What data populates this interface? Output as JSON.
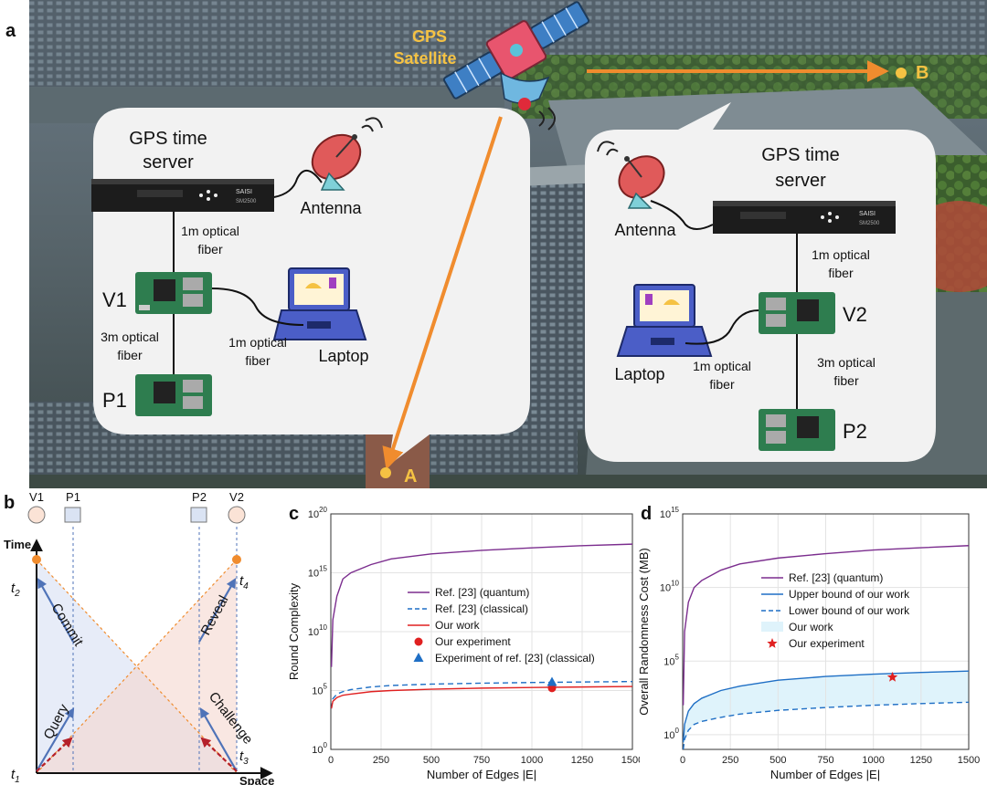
{
  "panel_a": {
    "label": "a",
    "satellite_label_1": "GPS",
    "satellite_label_2": "Satellite",
    "point_a": "A",
    "point_b": "B",
    "left": {
      "server_line1": "GPS time",
      "server_line2": "server",
      "antenna": "Antenna",
      "fiber1_line1": "1m optical",
      "fiber1_line2": "fiber",
      "verifier": "V1",
      "fiber3_line1": "3m optical",
      "fiber3_line2": "fiber",
      "fiber_laptop_line1": "1m optical",
      "fiber_laptop_line2": "fiber",
      "laptop": "Laptop",
      "prover": "P1",
      "brand": "SAISI",
      "model": "SM2500"
    },
    "right": {
      "server_line1": "GPS time",
      "server_line2": "server",
      "antenna": "Antenna",
      "fiber1_line1": "1m optical",
      "fiber1_line2": "fiber",
      "verifier": "V2",
      "fiber3_line1": "3m optical",
      "fiber3_line2": "fiber",
      "fiber_laptop_line1": "1m optical",
      "fiber_laptop_line2": "fiber",
      "laptop": "Laptop",
      "prover": "P2",
      "brand": "SAISI",
      "model": "SM2500"
    }
  },
  "panel_b": {
    "label": "b",
    "parties": [
      "V1",
      "P1",
      "P2",
      "V2"
    ],
    "time_axis": "Time",
    "space_axis": "Space",
    "t1": "1",
    "t2": "2",
    "t3": "3",
    "t4": "4",
    "t_symbol": "t",
    "commit": "Commit",
    "query": "Query",
    "reveal": "Reveal",
    "challenge": "Challenge"
  },
  "chart_data": [
    {
      "panel": "c",
      "type": "line",
      "xlabel": "Number of Edges |E|",
      "ylabel": "Round Complexity",
      "xlim": [
        0,
        1500
      ],
      "xticks": [
        0,
        250,
        500,
        750,
        1000,
        1250,
        1500
      ],
      "ylog": true,
      "ylim_exp": [
        0,
        20
      ],
      "yticks_exp": [
        0,
        5,
        10,
        15,
        20
      ],
      "grid": true,
      "legend": "center-right",
      "series": [
        {
          "name": "Ref. [23] (quantum)",
          "color": "#7b2d8e",
          "style": "solid",
          "x": [
            3,
            10,
            30,
            60,
            100,
            200,
            300,
            500,
            750,
            1000,
            1250,
            1500
          ],
          "y": [
            10000000.0,
            100000000000.0,
            10000000000000.0,
            300000000000000.0,
            1000000000000000.0,
            5000000000000000.0,
            1.5e+16,
            4e+16,
            8e+16,
            1.3e+17,
            2e+17,
            2.7e+17
          ]
        },
        {
          "name": "Ref. [23] (classical)",
          "color": "#1f6fc5",
          "style": "dashed",
          "x": [
            3,
            10,
            30,
            60,
            100,
            200,
            300,
            500,
            750,
            1000,
            1250,
            1500
          ],
          "y": [
            3000.0,
            20000.0,
            50000.0,
            80000.0,
            120000.0,
            200000.0,
            270000.0,
            350000.0,
            420000.0,
            480000.0,
            530000.0,
            580000.0
          ]
        },
        {
          "name": "Our work",
          "color": "#e02020",
          "style": "solid",
          "x": [
            3,
            10,
            30,
            60,
            100,
            200,
            300,
            500,
            750,
            1000,
            1250,
            1500
          ],
          "y": [
            3000.0,
            12000.0,
            25000.0,
            40000.0,
            50000.0,
            80000.0,
            100000.0,
            130000.0,
            160000.0,
            180000.0,
            200000.0,
            220000.0
          ]
        }
      ],
      "points": [
        {
          "name": "Our experiment",
          "marker": "circle",
          "color": "#e02020",
          "x": 1100,
          "y": 160000.0
        },
        {
          "name": "Experiment of ref. [23] (classical)",
          "marker": "triangle",
          "color": "#1f6fc5",
          "x": 1100,
          "y": 500000.0
        }
      ]
    },
    {
      "panel": "d",
      "type": "area",
      "xlabel": "Number of Edges |E|",
      "ylabel": "Overall Randomness Cost (MB)",
      "xlim": [
        0,
        1500
      ],
      "xticks": [
        0,
        250,
        500,
        750,
        1000,
        1250,
        1500
      ],
      "ylog": true,
      "ylim_exp": [
        -1,
        15
      ],
      "yticks_exp": [
        0,
        5,
        10,
        15
      ],
      "grid": true,
      "legend": "center-right",
      "series": [
        {
          "name": "Ref. [23] (quantum)",
          "color": "#7b2d8e",
          "style": "solid",
          "x": [
            3,
            10,
            30,
            60,
            100,
            200,
            300,
            500,
            750,
            1000,
            1250,
            1500
          ],
          "y": [
            100,
            10000000.0,
            1000000000.0,
            10000000000.0,
            30000000000.0,
            150000000000.0,
            400000000000.0,
            1000000000000.0,
            2000000000000.0,
            3500000000000.0,
            5000000000000.0,
            7000000000000.0
          ]
        },
        {
          "name": "Upper bound of our work",
          "color": "#1f6fc5",
          "style": "solid",
          "x": [
            3,
            10,
            30,
            60,
            100,
            200,
            300,
            500,
            750,
            1000,
            1250,
            1500
          ],
          "y": [
            0.3,
            5,
            40,
            130,
            300,
            1000,
            2000,
            5000,
            9000,
            13000,
            17000,
            21000
          ]
        },
        {
          "name": "Lower bound of our work",
          "color": "#1f6fc5",
          "style": "dashed",
          "x": [
            3,
            10,
            30,
            60,
            100,
            200,
            300,
            500,
            750,
            1000,
            1250,
            1500
          ],
          "y": [
            0.1,
            0.5,
            2,
            5,
            8,
            15,
            25,
            45,
            70,
            100,
            130,
            160
          ]
        }
      ],
      "band": {
        "name": "Our work",
        "color": "#dff3fb"
      },
      "points": [
        {
          "name": "Our experiment",
          "marker": "star",
          "color": "#e02020",
          "x": 1100,
          "y": 8000
        }
      ]
    }
  ],
  "colors": {
    "orange": "#f08c2e",
    "bubble": "#f2f2f2",
    "label_yellow": "#f5c243",
    "board_green": "#2e7d4f"
  }
}
